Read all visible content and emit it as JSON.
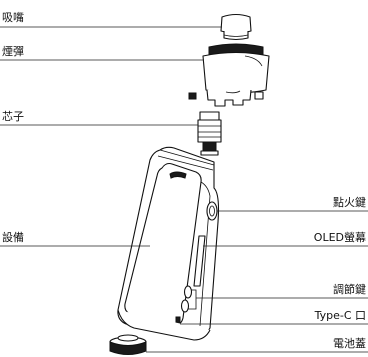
{
  "labels": {
    "mouthpiece": "吸嘴",
    "pod": "煙彈",
    "coil": "芯子",
    "device": "設備",
    "fire_button": "點火鍵",
    "oled_screen": "OLED螢幕",
    "adjust_button": "調節鍵",
    "type_c_port": "Type-C 口",
    "battery_cover": "電池蓋"
  },
  "colors": {
    "line": "#111111",
    "text": "#111111",
    "background": "#ffffff"
  }
}
